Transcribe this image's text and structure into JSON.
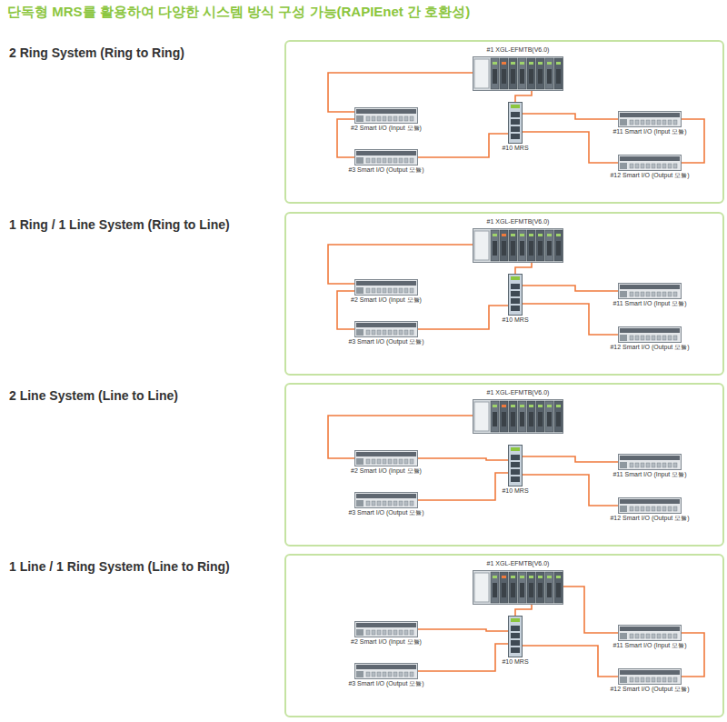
{
  "diagram": {
    "title": "단독형 MRS를 활용하여 다양한 시스템 방식 구성 가능(RAPIEnet 간 호환성)",
    "nodes": [
      {
        "text": [
          "2 Ring System (Ring to Ring)"
        ]
      },
      {
        "text": [
          "#1 XGL-EFMTB(V6.0)"
        ],
        "in": 0
      },
      {
        "text": [
          "#2 Smart I/O (Input 모듈)"
        ],
        "in": 0
      },
      {
        "text": [
          "#3 Smart I/O (Output 모듈)"
        ],
        "in": 0
      },
      {
        "text": [
          "#10 MRS"
        ],
        "in": 0
      },
      {
        "text": [
          "#11 Smart I/O (Input 모듈)"
        ],
        "in": 0
      },
      {
        "text": [
          "#12 Smart I/O (Output 모듈)"
        ],
        "in": 0
      },
      {
        "text": [
          "1 Ring / 1 Line System (Ring to Line)"
        ]
      },
      {
        "text": [
          "#1 XGL-EFMTB(V6.0)"
        ],
        "in": 7
      },
      {
        "text": [
          "#2 Smart I/O (Input 모듈)"
        ],
        "in": 7
      },
      {
        "text": [
          "#3 Smart I/O (Output 모듈)"
        ],
        "in": 7
      },
      {
        "text": [
          "#10 MRS"
        ],
        "in": 7
      },
      {
        "text": [
          "#11 Smart I/O (Input 모듈)"
        ],
        "in": 7
      },
      {
        "text": [
          "#12 Smart I/O (Output 모듈)"
        ],
        "in": 7
      },
      {
        "text": [
          "2 Line System (Line to Line)"
        ]
      },
      {
        "text": [
          "#1 XGL-EFMTB(V6.0)"
        ],
        "in": 14
      },
      {
        "text": [
          "#2 Smart I/O (Input 모듈)"
        ],
        "in": 14
      },
      {
        "text": [
          "#3 Smart I/O (Output 모듈)"
        ],
        "in": 14
      },
      {
        "text": [
          "#10 MRS"
        ],
        "in": 14
      },
      {
        "text": [
          "#11 Smart I/O (Input 모듈)"
        ],
        "in": 14
      },
      {
        "text": [
          "#12 Smart I/O (Output 모듈)"
        ],
        "in": 14
      },
      {
        "text": [
          "1 Line / 1 Ring System (Line to Ring)"
        ]
      },
      {
        "text": [
          "#1 XGL-EFMTB(V6.0)"
        ],
        "in": 21
      },
      {
        "text": [
          "#2 Smart I/O (Input 모듈)"
        ],
        "in": 21
      },
      {
        "text": [
          "#3 Smart I/O (Output 모듈)"
        ],
        "in": 21
      },
      {
        "text": [
          "#10 MRS"
        ],
        "in": 21
      },
      {
        "text": [
          "#11 Smart I/O (Input 모듈)"
        ],
        "in": 21
      },
      {
        "text": [
          "#12 Smart I/O (Output 모듈)"
        ],
        "in": 21
      }
    ],
    "edges": [
      {
        "from": 1,
        "to": 2,
        "arrow": "none"
      },
      {
        "from": 2,
        "to": 3,
        "arrow": "none"
      },
      {
        "from": 3,
        "to": 4,
        "arrow": "none"
      },
      {
        "from": 4,
        "to": 1,
        "arrow": "none"
      },
      {
        "from": 4,
        "to": 5,
        "arrow": "none"
      },
      {
        "from": 5,
        "to": 6,
        "arrow": "none"
      },
      {
        "from": 6,
        "to": 4,
        "arrow": "none"
      },
      {
        "from": 8,
        "to": 9,
        "arrow": "none"
      },
      {
        "from": 9,
        "to": 10,
        "arrow": "none"
      },
      {
        "from": 10,
        "to": 11,
        "arrow": "none"
      },
      {
        "from": 11,
        "to": 8,
        "arrow": "none"
      },
      {
        "from": 11,
        "to": 12,
        "arrow": "none"
      },
      {
        "from": 11,
        "to": 13,
        "arrow": "none"
      },
      {
        "from": 15,
        "to": 16,
        "arrow": "none"
      },
      {
        "from": 16,
        "to": 18,
        "arrow": "none"
      },
      {
        "from": 17,
        "to": 18,
        "arrow": "none"
      },
      {
        "from": 18,
        "to": 19,
        "arrow": "none"
      },
      {
        "from": 18,
        "to": 20,
        "arrow": "none"
      },
      {
        "from": 25,
        "to": 23,
        "arrow": "none"
      },
      {
        "from": 25,
        "to": 24,
        "arrow": "none"
      },
      {
        "from": 22,
        "to": 26,
        "arrow": "none"
      },
      {
        "from": 26,
        "to": 27,
        "arrow": "none"
      },
      {
        "from": 27,
        "to": 25,
        "arrow": "none"
      },
      {
        "from": 25,
        "to": 22,
        "arrow": "none"
      }
    ]
  }
}
